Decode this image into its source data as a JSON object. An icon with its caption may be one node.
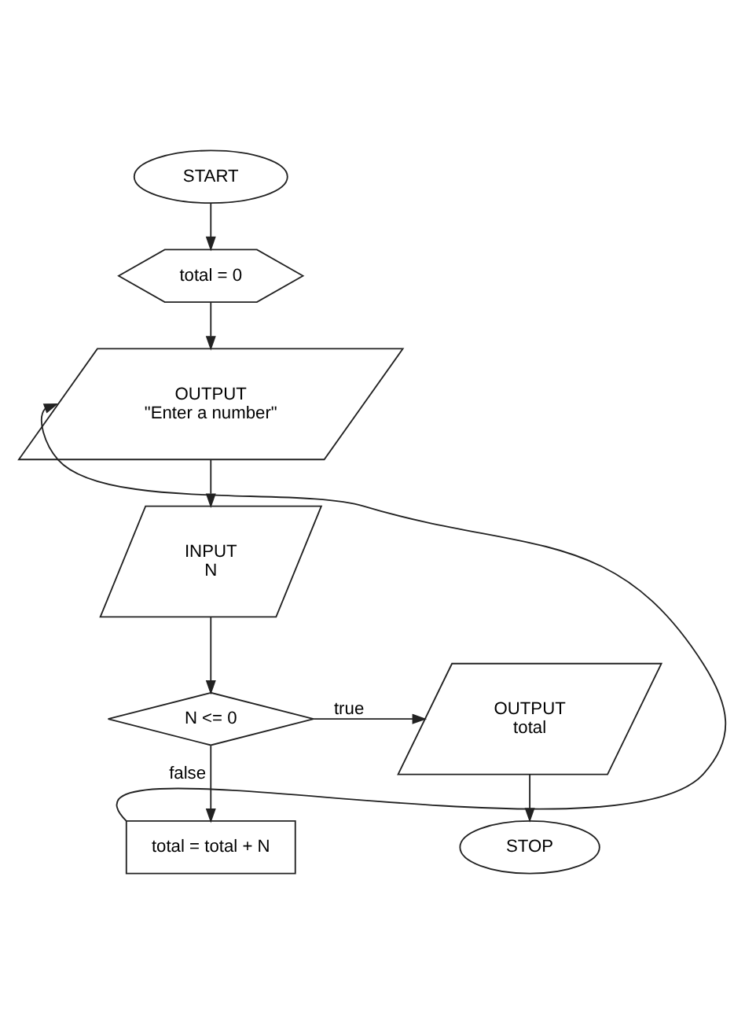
{
  "diagram": {
    "nodes": [
      {
        "text": [
          "START"
        ]
      },
      {
        "text": [
          "total = 0"
        ]
      },
      {
        "text": [
          "OUTPUT",
          "\"Enter a number\""
        ]
      },
      {
        "text": [
          "INPUT",
          "N"
        ]
      },
      {
        "text": [
          "N <= 0"
        ]
      },
      {
        "text": [
          "OUTPUT",
          "total"
        ]
      },
      {
        "text": [
          "STOP"
        ]
      },
      {
        "text": [
          "total = total + N"
        ]
      }
    ],
    "edges": [
      {
        "from": 0,
        "to": 1,
        "arrow": "to"
      },
      {
        "from": 1,
        "to": 2,
        "arrow": "to"
      },
      {
        "from": 2,
        "to": 3,
        "arrow": "to"
      },
      {
        "from": 3,
        "to": 4,
        "arrow": "to"
      },
      {
        "from": 4,
        "to": 5,
        "arrow": "to",
        "label": "true"
      },
      {
        "from": 4,
        "to": 7,
        "arrow": "to",
        "label": "false"
      },
      {
        "from": 5,
        "to": 6,
        "arrow": "to"
      },
      {
        "from": 7,
        "to": 2,
        "arrow": "to"
      }
    ]
  }
}
